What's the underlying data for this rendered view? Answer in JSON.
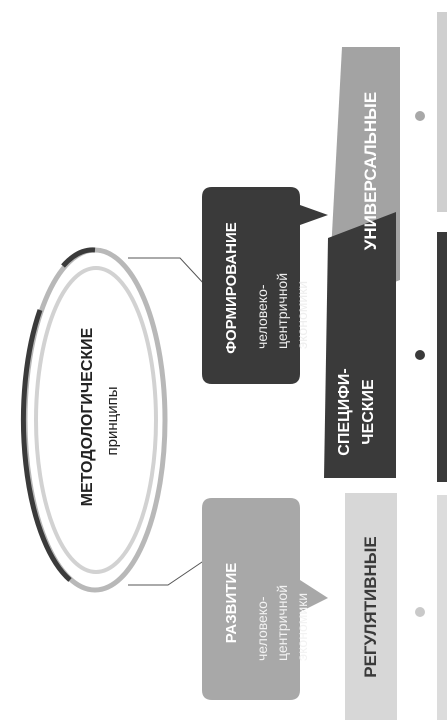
{
  "center": {
    "title": "МЕТОДОЛОГИЧЕСКИЕ",
    "subtitle": "принципы"
  },
  "callout_top": {
    "title": "ФОРМИРОВАНИЕ",
    "lines": [
      "человеко-",
      "центричной",
      "экономики"
    ]
  },
  "callout_bottom": {
    "title": "РАЗВИТИЕ",
    "lines": [
      "человеко-",
      "центричной",
      "экономики"
    ]
  },
  "banners": {
    "universal": "УНИВЕРСАЛЬНЫЕ",
    "specific_line1": "СПЕЦИФИ-",
    "specific_line2": "ЧЕСКИЕ",
    "regulative": "РЕГУЛЯТИВНЫЕ"
  },
  "colors": {
    "dark": "#3a3a3a",
    "mid": "#a3a3a3",
    "light": "#c4c4c4",
    "pale": "#d7d7d7"
  }
}
